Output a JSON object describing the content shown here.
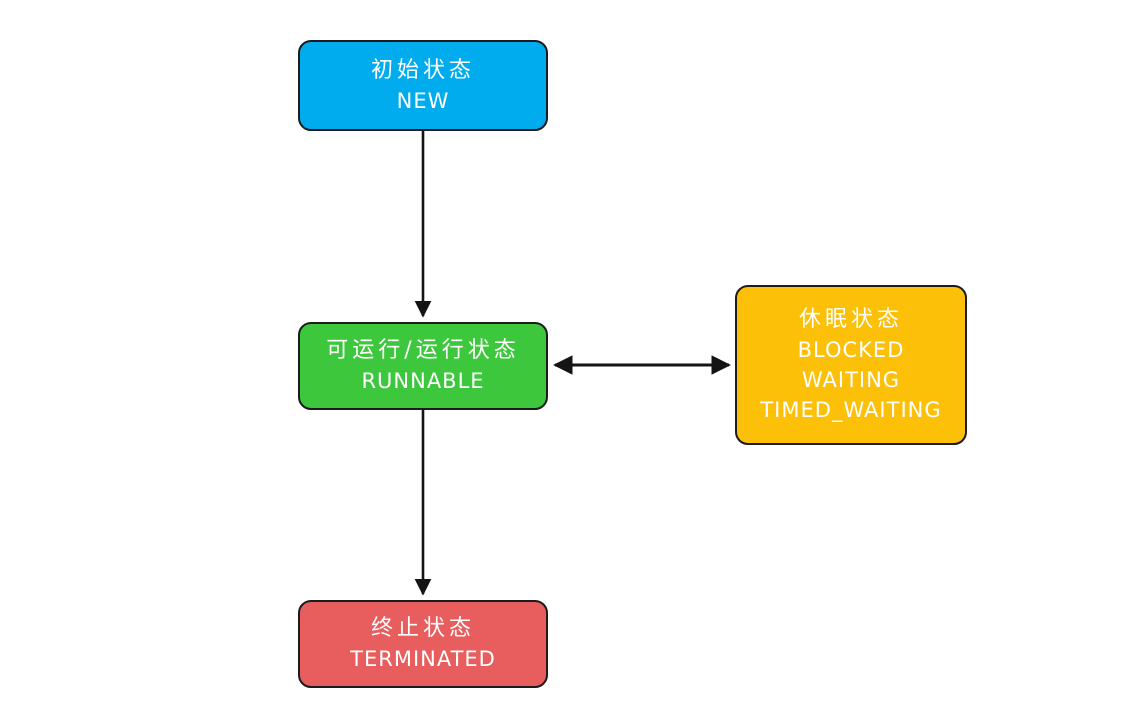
{
  "diagram": {
    "background_color": "#ffffff",
    "arrow_color": "#141414",
    "node_border_color": "#1c1c1c",
    "text_color": "#ffffff",
    "nodes": {
      "new": {
        "name_zh": "初始状态",
        "code": "NEW",
        "color": "#00ACEE"
      },
      "runnable": {
        "name_zh": "可运行/运行状态",
        "code": "RUNNABLE",
        "color": "#3DC73D"
      },
      "sleeping": {
        "name_zh": "休眠状态",
        "codes": [
          "BLOCKED",
          "WAITING",
          "TIMED_WAITING"
        ],
        "color": "#FDC008"
      },
      "terminated": {
        "name_zh": "终止状态",
        "code": "TERMINATED",
        "color": "#E85D5D"
      }
    },
    "edges": [
      {
        "from": "new",
        "to": "runnable",
        "direction": "one-way"
      },
      {
        "from": "runnable",
        "to": "sleeping",
        "direction": "two-way"
      },
      {
        "from": "runnable",
        "to": "terminated",
        "direction": "one-way"
      }
    ]
  }
}
